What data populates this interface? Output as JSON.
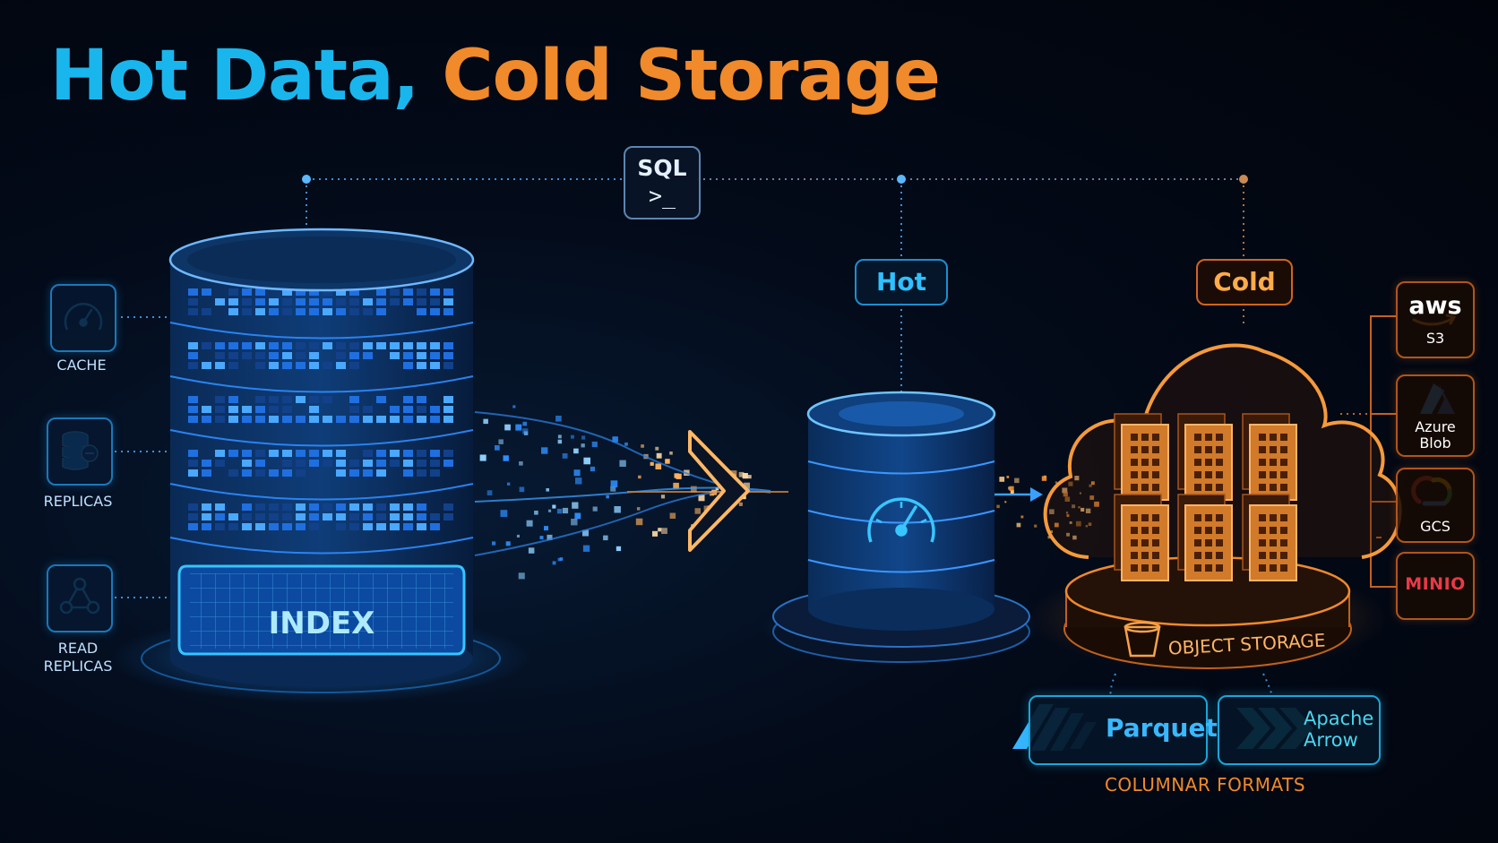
{
  "title": {
    "hot": "Hot Data,",
    "cold": "Cold Storage"
  },
  "sql_box": {
    "label": "SQL",
    "prompt": ">_"
  },
  "left_components": [
    {
      "name": "cache",
      "label": "CACHE",
      "icon": "gauge-icon"
    },
    {
      "name": "replicas",
      "label": "REPLICAS",
      "icon": "database-icon"
    },
    {
      "name": "read-replicas",
      "label": "READ\nREPLICAS",
      "icon": "network-icon"
    }
  ],
  "index_label": "INDEX",
  "tiers": {
    "hot": "Hot",
    "cold": "Cold"
  },
  "object_storage_label": "OBJECT STORAGE",
  "providers": [
    {
      "name": "aws",
      "logo": "aws",
      "label": "S3"
    },
    {
      "name": "azure",
      "logo": "",
      "label": "Azure\nBlob"
    },
    {
      "name": "gcs",
      "logo": "",
      "label": "GCS"
    },
    {
      "name": "minio",
      "logo": "MINIO",
      "label": ""
    }
  ],
  "formats": {
    "parquet": "Parquet",
    "arrow": "Apache\nArrow",
    "caption": "COLUMNAR FORMATS"
  },
  "colors": {
    "hot": "#19b6ee",
    "cold": "#f08a2a",
    "background": "#02060f"
  }
}
